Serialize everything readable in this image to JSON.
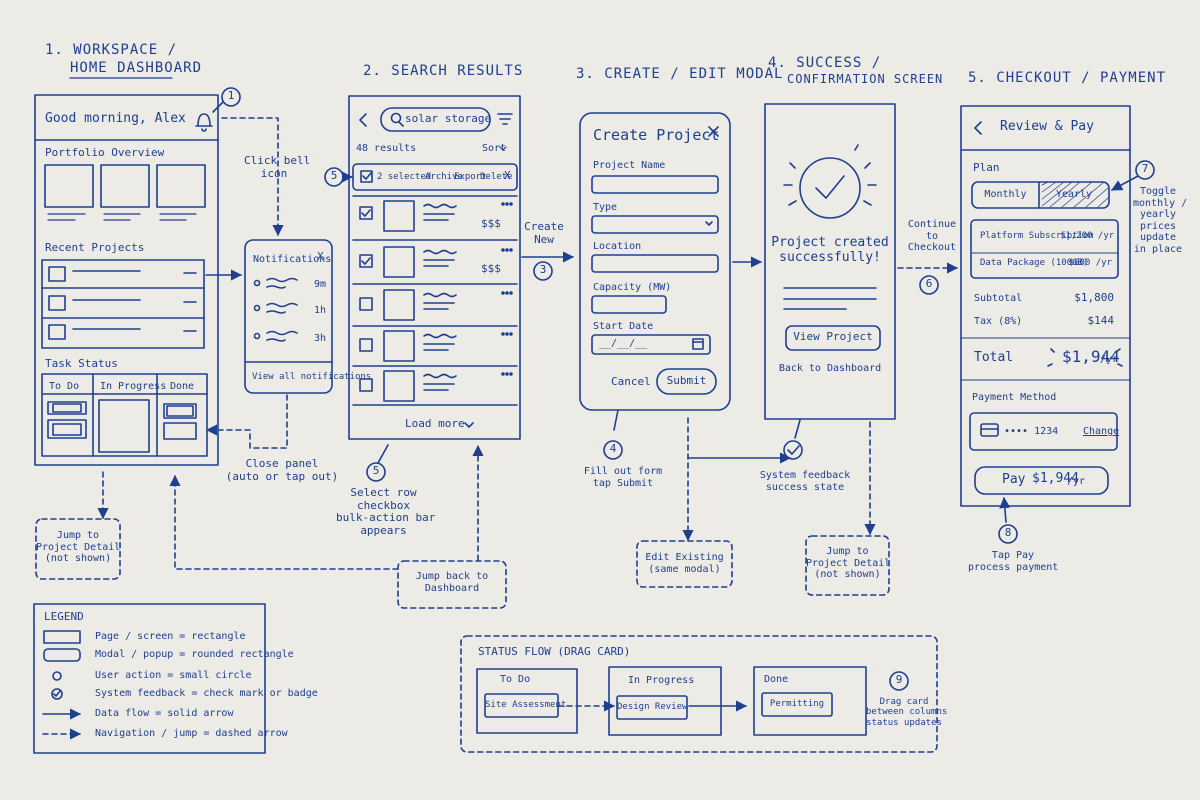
{
  "sections": {
    "s1_title_a": "1. WORKSPACE /",
    "s1_title_b": "HOME DASHBOARD",
    "s2_title": "2. SEARCH RESULTS",
    "s3_title": "3. CREATE / EDIT MODAL",
    "s4_title_a": "4. SUCCESS /",
    "s4_title_b": "CONFIRMATION SCREEN",
    "s5_title": "5. CHECKOUT / PAYMENT"
  },
  "dashboard": {
    "greeting": "Good morning, Alex",
    "portfolio_overview": "Portfolio Overview",
    "recent_projects": "Recent Projects",
    "task_status": "Task Status",
    "col_todo": "To Do",
    "col_progress": "In Progress",
    "col_done": "Done"
  },
  "notifications": {
    "title": "Notifications",
    "close": "X",
    "times": [
      "9m",
      "1h",
      "3h"
    ],
    "view_all": "View all notifications"
  },
  "search": {
    "query": "solar storage",
    "results_count": "48 results",
    "sort": "Sort",
    "selected": "2 selected",
    "archive": "Archive",
    "export": "Export",
    "delete": "Delete",
    "close": "X",
    "price": "$$$",
    "load_more": "Load more"
  },
  "modal": {
    "title": "Create Project",
    "close": "X",
    "project_name": "Project Name",
    "type": "Type",
    "location": "Location",
    "capacity": "Capacity (MW)",
    "start_date": "Start Date",
    "date_placeholder": "__/__/__",
    "cancel": "Cancel",
    "submit": "Submit"
  },
  "success": {
    "message_a": "Project created",
    "message_b": "successfully!",
    "view_project": "View Project",
    "back": "Back to Dashboard"
  },
  "checkout": {
    "title": "Review & Pay",
    "plan": "Plan",
    "monthly": "Monthly",
    "yearly": "Yearly",
    "item1": "Platform Subscription",
    "item1_price": "$1,200 /yr",
    "item2": "Data Package (100GB)",
    "item2_price": "$600 /yr",
    "subtotal": "Subtotal",
    "subtotal_val": "$1,800",
    "tax": "Tax (8%)",
    "tax_val": "$144",
    "total": "Total",
    "total_val": "$1,944",
    "total_unit": "/yr",
    "payment_method": "Payment Method",
    "card": "•••• 1234",
    "change": "Change",
    "pay": "Pay",
    "pay_val": "$1,944",
    "pay_unit": "/yr"
  },
  "annotations": {
    "click_bell": [
      "Click bell",
      "icon"
    ],
    "close_panel": [
      "Close panel",
      "(auto or tap out)"
    ],
    "select_row": [
      "Select row",
      "checkbox",
      "bulk-action bar",
      "appears"
    ],
    "create_new": [
      "Create",
      "New"
    ],
    "fill_form": [
      "Fill out form",
      "tap Submit"
    ],
    "system_feedback": [
      "System feedback",
      "success state"
    ],
    "continue": [
      "Continue",
      "to",
      "Checkout"
    ],
    "toggle": [
      "Toggle",
      "monthly /",
      "yearly",
      "prices",
      "update",
      "in place"
    ],
    "tap_pay": [
      "Tap Pay",
      "process payment"
    ],
    "drag_card": [
      "Drag card",
      "between columns",
      "status updates"
    ]
  },
  "markers": {
    "m1": "1",
    "m3": "3",
    "m4": "4",
    "m5": "5",
    "m6": "6",
    "m7": "7",
    "m8": "8",
    "m9": "9"
  },
  "jump_boxes": {
    "detail_left": [
      "Jump to",
      "Project Detail",
      "(not shown)"
    ],
    "back_dashboard": [
      "Jump back to",
      "Dashboard"
    ],
    "edit_existing": [
      "Edit Existing",
      "(same modal)"
    ],
    "detail_right": [
      "Jump to",
      "Project Detail",
      "(not shown)"
    ]
  },
  "legend": {
    "title": "LEGEND",
    "items": [
      "Page / screen = rectangle",
      "Modal / popup = rounded rectangle",
      "User action = small circle",
      "System feedback = check mark or badge",
      "Data flow = solid arrow",
      "Navigation / jump = dashed arrow"
    ]
  },
  "status_flow": {
    "title": "STATUS FLOW (DRAG CARD)",
    "col1": "To Do",
    "card1": "Site Assessment",
    "col2": "In Progress",
    "card2": "Design Review",
    "col3": "Done",
    "card3": "Permitting"
  },
  "colors": {
    "ink": "#1f3f8f",
    "paper": "#ecebe6"
  }
}
